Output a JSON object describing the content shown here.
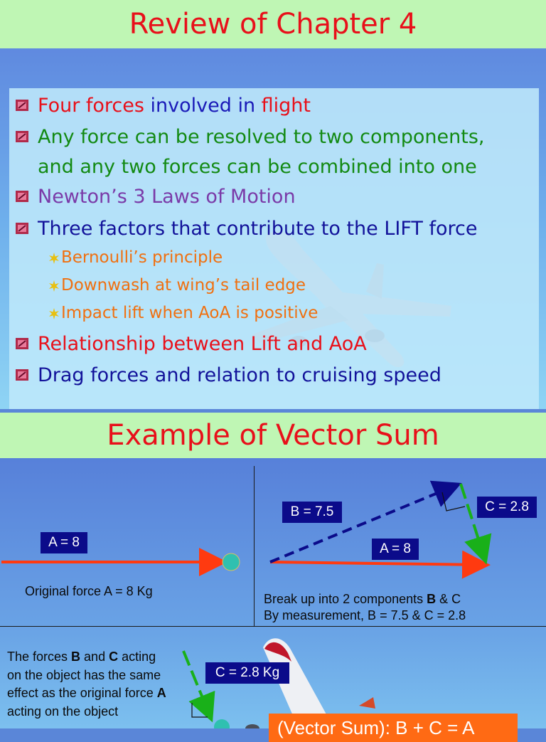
{
  "slide1": {
    "title": "Review of Chapter 4",
    "bullets": [
      {
        "parts": [
          {
            "text": "Four forces",
            "color": "#e8101a"
          },
          {
            "text": " involved in ",
            "color": "#1a1ab8"
          },
          {
            "text": "flight",
            "color": "#e8101a"
          }
        ]
      },
      {
        "parts": [
          {
            "text": "Any force can be resolved to two components,",
            "color": "#138a13"
          },
          {
            "text": "and any two forces can be combined into one",
            "color": "#138a13"
          }
        ]
      },
      {
        "parts": [
          {
            "text": "Newton’s 3 Laws of Motion",
            "color": "#7a3aa8"
          }
        ]
      },
      {
        "parts": [
          {
            "text": "Three factors that contribute to the LIFT force",
            "color": "#12129a"
          }
        ]
      },
      {
        "parts": [
          {
            "text": "Relationship between Lift and AoA",
            "color": "#e8101a"
          }
        ]
      },
      {
        "parts": [
          {
            "text": "Drag forces and relation to cruising speed",
            "color": "#12129a"
          }
        ]
      }
    ],
    "sub_bullets": [
      "Bernoulli’s principle",
      "Downwash at wing’s tail edge",
      "Impact lift when AoA is positive"
    ],
    "colors": {
      "title_bg": "#bff6b4",
      "title_text": "#e8101a",
      "sub_text": "#f07010"
    }
  },
  "slide2": {
    "title": "Example of Vector Sum",
    "panel_left": {
      "label": "A = 8",
      "caption": "Original force A = 8 Kg"
    },
    "panel_right": {
      "label_b": "B = 7.5",
      "label_c": "C = 2.8",
      "label_a": "A = 8",
      "caption_line1_pre": "Break up into 2 components ",
      "caption_line1_bold": "B",
      "caption_line1_post": " & C",
      "caption_line2": "By measurement, B = 7.5 & C = 2.8"
    },
    "panel_bottom": {
      "text_1": "The forces ",
      "text_b": "B",
      "text_2": " and ",
      "text_c": "C",
      "text_3": " acting on the object has the same effect as the original force ",
      "text_a": "A",
      "text_4": " acting on the object",
      "label_c": "C = 2.8 Kg",
      "sum_label": "(Vector Sum):  B + C = A"
    },
    "colors": {
      "label_bg": "#0b0b8a",
      "vector_a": "#ff3a10",
      "vector_b": "#0b0b8a",
      "vector_c": "#19b019",
      "object": "#2fc0b0",
      "sum_bg": "#ff6a14"
    }
  }
}
